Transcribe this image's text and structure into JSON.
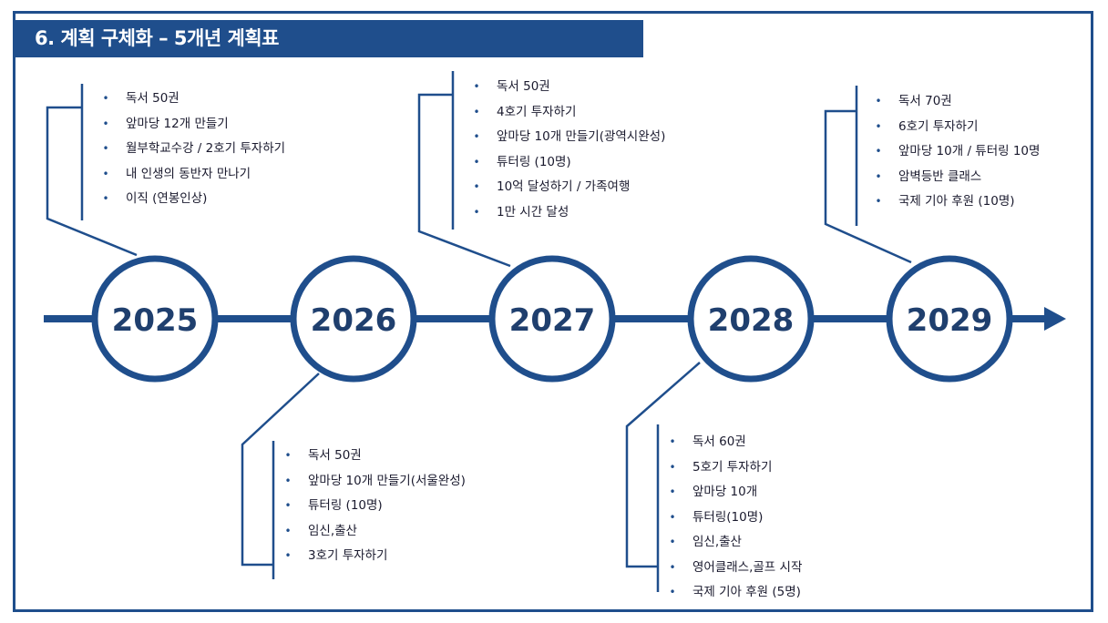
{
  "title": "6. 계획 구체화 – 5개년 계획표",
  "colors": {
    "primary": "#1f4e8c",
    "year_text": "#1f3f6e",
    "background": "#ffffff"
  },
  "timeline": {
    "years": [
      "2025",
      "2026",
      "2027",
      "2028",
      "2029"
    ],
    "arrow_icon": "arrow-right-icon"
  },
  "plans": [
    {
      "year": "2025",
      "items": [
        "독서 50권",
        "앞마당 12개 만들기",
        "월부학교수강 / 2호기 투자하기",
        "내 인생의 동반자 만나기",
        "이직 (연봉인상)"
      ]
    },
    {
      "year": "2026",
      "items": [
        "독서 50권",
        "앞마당 10개 만들기(서울완성)",
        "튜터링 (10명)",
        "임신,출산",
        "3호기 투자하기"
      ]
    },
    {
      "year": "2027",
      "items": [
        "독서 50권",
        "4호기 투자하기",
        "앞마당 10개 만들기(광역시완성)",
        "튜터링 (10명)",
        "10억 달성하기 / 가족여행",
        "1만 시간 달성"
      ]
    },
    {
      "year": "2028",
      "items": [
        "독서 60권",
        "5호기 투자하기",
        "앞마당 10개",
        "튜터링(10명)",
        "임신,출산",
        "영어클래스,골프 시작",
        "국제 기아 후원 (5명)"
      ]
    },
    {
      "year": "2029",
      "items": [
        "독서 70권",
        "6호기 투자하기",
        "앞마당 10개 / 튜터링 10명",
        "암벽등반 클래스",
        "국제 기아 후원 (10명)"
      ]
    }
  ]
}
